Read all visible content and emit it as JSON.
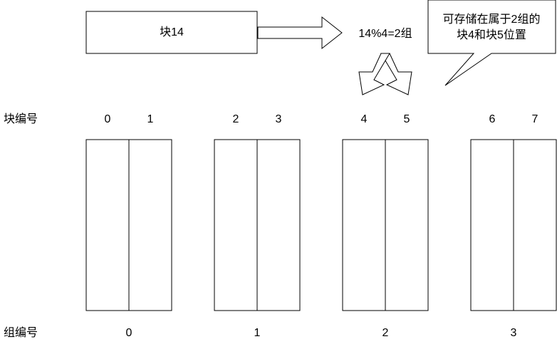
{
  "block_box_label": "块14",
  "formula": "14%4=2组",
  "callout_lines": [
    "可存储在属于2组的",
    "块4和块5位置"
  ],
  "block_number_label": "块编号",
  "group_number_label": "组编号",
  "block_numbers": [
    "0",
    "1",
    "2",
    "3",
    "4",
    "5",
    "6",
    "7"
  ],
  "group_numbers": [
    "0",
    "1",
    "2",
    "3"
  ],
  "colors": {
    "stroke": "#000000",
    "fill": "#ffffff",
    "text": "#000000"
  }
}
